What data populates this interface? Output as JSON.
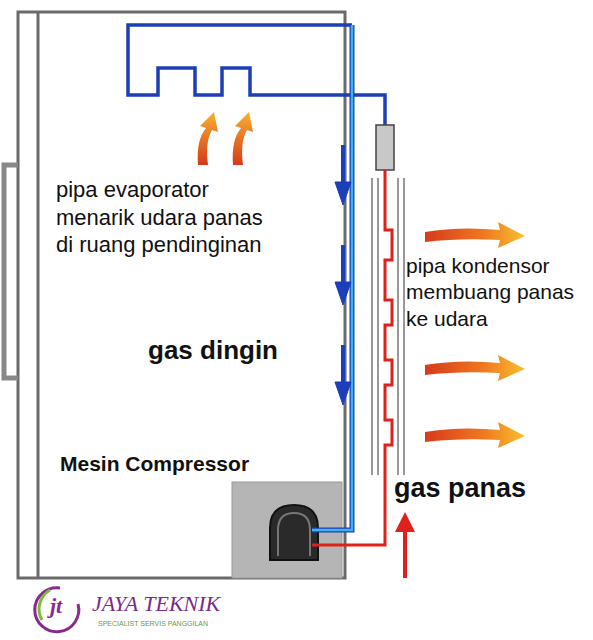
{
  "diagram": {
    "labels": [
      "pipa evaporator menarik udara panas di ruang pendinginan",
      "gas dingin",
      "Mesin Compressor",
      "pipa kondensor membuang panas ke udara",
      "gas panas",
      "jt",
      "JAYA TEKNIK",
      "SPECIALIST SERVIS PANGGILAN"
    ]
  }
}
